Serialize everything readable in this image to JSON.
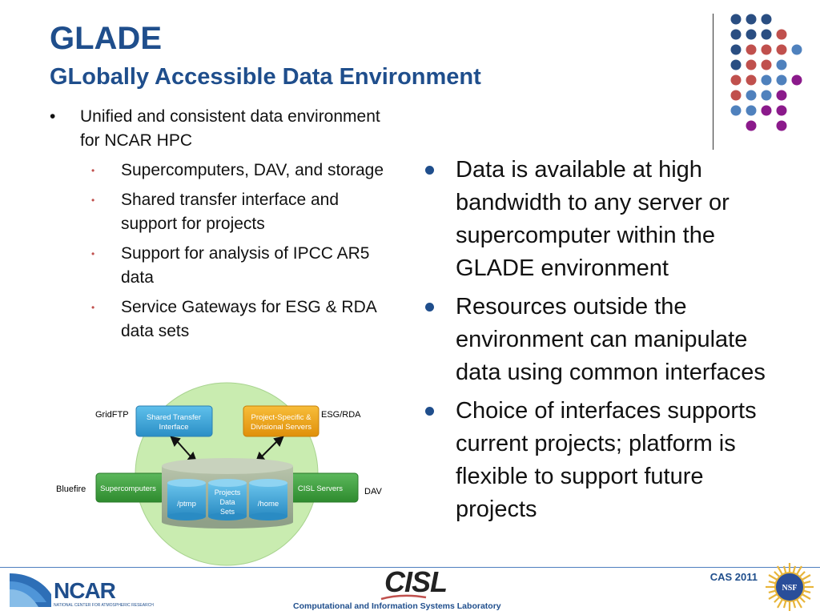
{
  "slide": {
    "title": "GLADE",
    "subtitle": "GLobally Accessible Data Environment"
  },
  "left_bullets": {
    "main": "Unified and consistent data environment for NCAR HPC",
    "sub": [
      "Supercomputers, DAV, and storage",
      "Shared transfer interface and support for projects",
      "Support for analysis of IPCC AR5 data",
      "Service Gateways for ESG & RDA data sets"
    ]
  },
  "right_bullets": [
    "Data is available at high bandwidth to any server or supercomputer within the GLADE environment",
    "Resources outside the environment can manipulate data using common interfaces",
    "Choice of interfaces supports current projects; platform is flexible to support future projects"
  ],
  "diagram": {
    "outer_labels": {
      "gridftp": "GridFTP",
      "esgrda": "ESG/RDA",
      "bluefire": "Bluefire",
      "dav": "DAV"
    },
    "boxes": {
      "shared_transfer_1": "Shared Transfer",
      "shared_transfer_2": "Interface",
      "project_1": "Project-Specific &",
      "project_2": "Divisional Servers",
      "supercomputers": "Supercomputers",
      "cisl_servers": "CISL Servers"
    },
    "cylinders": {
      "ptmp": "/ptmp",
      "projects_1": "Projects",
      "projects_2": "Data",
      "projects_3": "Sets",
      "home": "/home"
    }
  },
  "footer": {
    "cas": "CAS 2011",
    "cisl_logo": "CISL",
    "cisl_sub": "Computational and Information Systems Laboratory",
    "ncar_logo": "NCAR",
    "ncar_sub": "NATIONAL CENTER FOR ATMOSPHERIC RESEARCH",
    "nsf_logo": "NSF"
  },
  "colors": {
    "title_blue": "#1f4e8c",
    "dot_navy": "#2a4e82",
    "dot_red": "#c0504d",
    "dot_lightblue": "#4f81bd",
    "dot_purple": "#8b1a8b",
    "box_blue": "#3ba6dc",
    "box_orange": "#f0a30a",
    "box_green": "#3c9a3c",
    "circle_green": "#c9ecb0"
  }
}
